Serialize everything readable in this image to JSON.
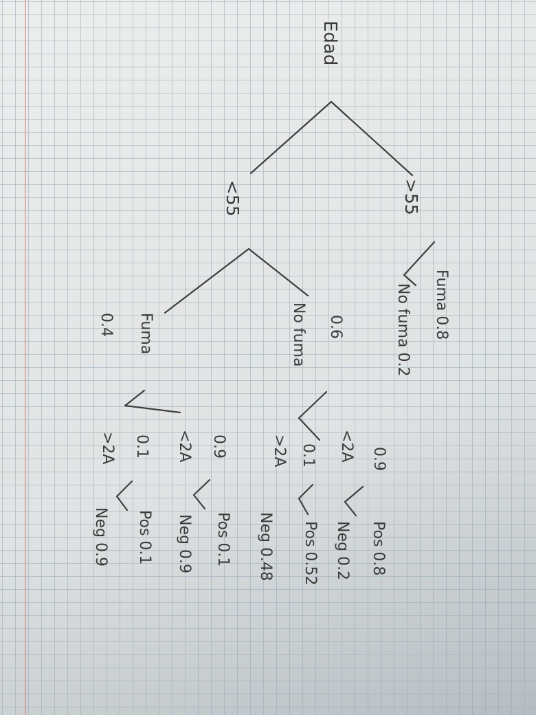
{
  "tree": {
    "root": "Edad",
    "branch_gt55": ">55",
    "branch_lt55": "<55",
    "gt55_fuma": "Fuma 0.8",
    "gt55_nofuma": "No fuma 0.2",
    "lt55_fuma": "Fuma",
    "lt55_fuma_prob": "0.4",
    "lt55_nofuma": "No fuma",
    "lt55_nofuma_prob": "0.6",
    "nf_lt2a": "<2A",
    "nf_lt2a_prob": "0.9",
    "nf_gt2a": ">2A",
    "nf_gt2a_prob": "0.1",
    "nf_lt2a_pos": "Pos 0.8",
    "nf_lt2a_neg": "Neg 0.2",
    "nf_gt2a_pos": "Pos 0.52",
    "nf_gt2a_neg": "Neg 0.48",
    "f_lt2a": "<2A",
    "f_lt2a_prob": "0.9",
    "f_gt2a": ">2A",
    "f_gt2a_prob": "0.1",
    "f_lt2a_pos": "Pos 0.1",
    "f_lt2a_neg": "Neg 0.9",
    "f_gt2a_pos": "Pos 0.1",
    "f_gt2a_neg": "Neg 0.9"
  }
}
